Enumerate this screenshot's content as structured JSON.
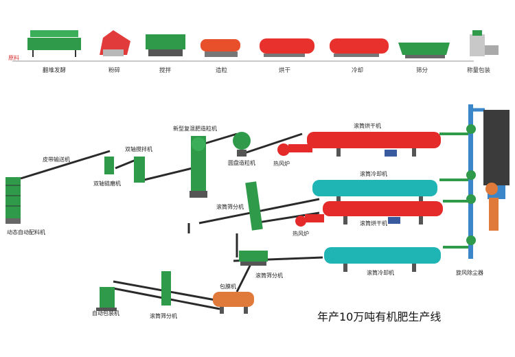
{
  "process_steps": [
    {
      "label": "翻堆发酵",
      "color": "#2e9a4a"
    },
    {
      "label": "粉碎",
      "color": "#e23b3b"
    },
    {
      "label": "搅拌",
      "color": "#2e9a4a"
    },
    {
      "label": "造粒",
      "color": "#e8502c"
    },
    {
      "label": "烘干",
      "color": "#e8302c"
    },
    {
      "label": "冷却",
      "color": "#e8302c"
    },
    {
      "label": "筛分",
      "color": "#2e9a4a"
    },
    {
      "label": "称量包装",
      "color": "#8a8a8a"
    }
  ],
  "raw_label": "原料",
  "equipment": {
    "dynamic_batching": "动态自动配料机",
    "belt_conveyor": "皮带输送机",
    "chain_crusher": "双轴链磨机",
    "mixer": "双轴搅拌机",
    "compound_granulator": "新型复混肥造粒机",
    "disc_granulator": "圆盘造粒机",
    "hot_furnace_1": "热风炉",
    "dryer_1": "滚筒烘干机",
    "cooler_1": "滚筒冷却机",
    "screener_1": "滚筒筛分机",
    "dryer_2": "滚筒烘干机",
    "hot_furnace_2": "热风炉",
    "cooler_2": "滚筒冷却机",
    "screener_2": "滚筒筛分机",
    "coating": "包膜机",
    "auto_packing": "自动包装机",
    "screener_3": "滚筒筛分机",
    "cyclone": "旋风除尘器"
  },
  "title": "年产10万吨有机肥生产线",
  "colors": {
    "green": "#2e9a4a",
    "red": "#e52a2a",
    "teal": "#1fb5b5",
    "orange": "#e07a3a",
    "blue": "#3a86c8",
    "dark": "#2a2a2a"
  }
}
